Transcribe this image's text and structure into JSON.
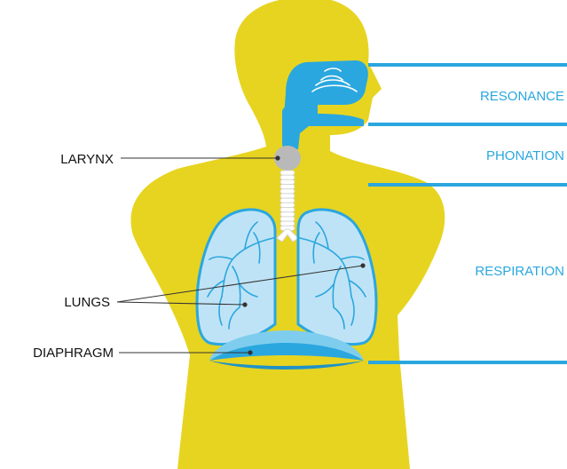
{
  "colors": {
    "body": "#e7d420",
    "airway": "#2aa7df",
    "lung_fill": "#bfe3f6",
    "lung_stroke": "#2aa7df",
    "larynx": "#b9b9b9",
    "trachea_ring": "#ffffff",
    "stage_lines": "#2aa7df",
    "label_dark": "#111111",
    "label_accent": "#2aa7df"
  },
  "icons": {
    "nasal_cavity": "nasal-swirl-icon"
  },
  "labels_left": {
    "larynx": "LARYNX",
    "lungs": "LUNGS",
    "diaphragm": "DIAPHRAGM"
  },
  "labels_right": {
    "resonance": "RESONANCE",
    "phonation": "PHONATION",
    "respiration": "RESPIRATION"
  }
}
